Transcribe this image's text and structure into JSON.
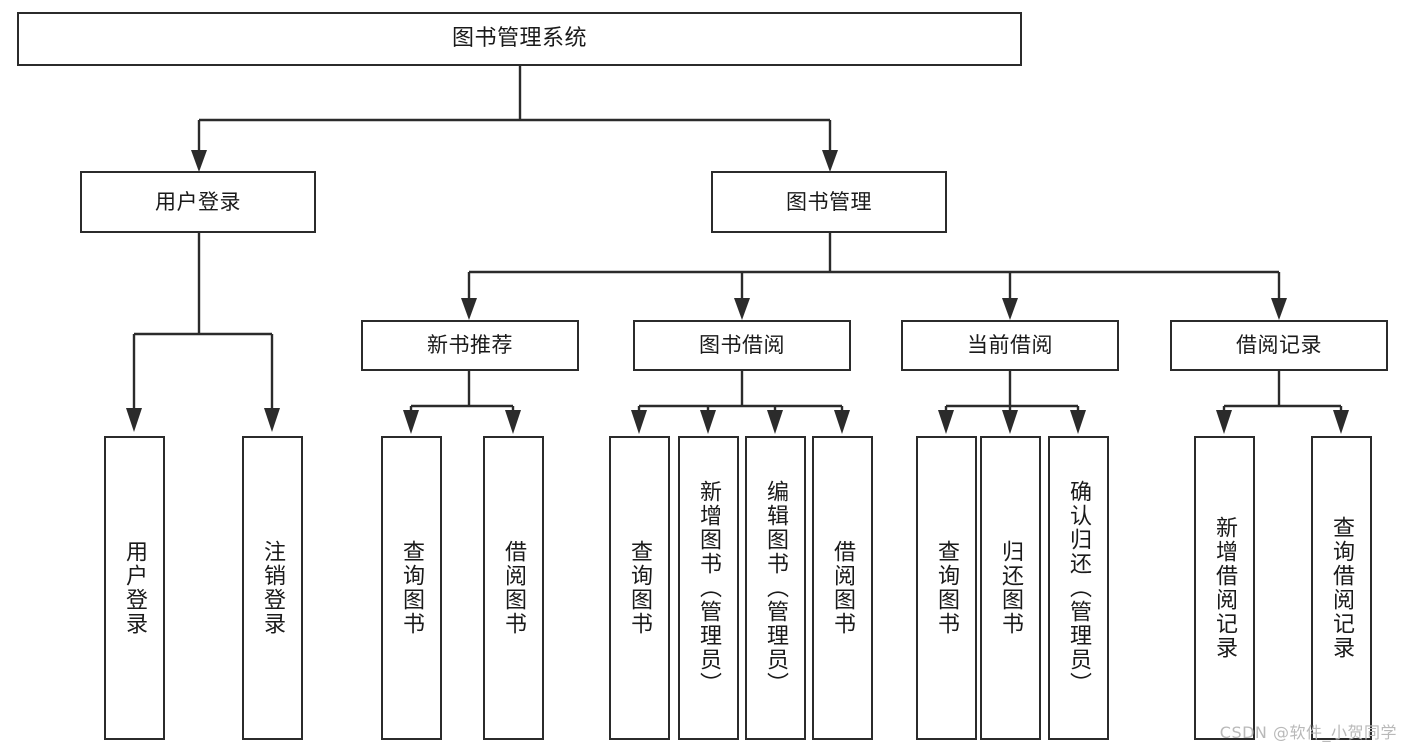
{
  "diagram": {
    "type": "tree-hierarchy",
    "title": "图书管理系统",
    "watermark": "CSDN @软件_小贺同学",
    "colors": {
      "stroke": "#2b2b2b",
      "fill": "#ffffff",
      "text": "#1a1a1a",
      "watermark": "#b9b9b9"
    },
    "nodes": {
      "root": {
        "label": "图书管理系统",
        "orientation": "horizontal"
      },
      "level2": [
        {
          "id": "user-login",
          "label": "用户登录",
          "orientation": "horizontal"
        },
        {
          "id": "book-manage",
          "label": "图书管理",
          "orientation": "horizontal"
        }
      ],
      "level3": [
        {
          "id": "new-book-recommend",
          "label": "新书推荐",
          "orientation": "horizontal"
        },
        {
          "id": "book-borrow",
          "label": "图书借阅",
          "orientation": "horizontal"
        },
        {
          "id": "current-borrow",
          "label": "当前借阅",
          "orientation": "horizontal"
        },
        {
          "id": "borrow-record",
          "label": "借阅记录",
          "orientation": "horizontal"
        }
      ],
      "leaves": [
        {
          "id": "leaf-user-login",
          "label": "用户登录",
          "parent": "user-login"
        },
        {
          "id": "leaf-user-logout",
          "label": "注销登录",
          "parent": "user-login"
        },
        {
          "id": "leaf-query-book-1",
          "label": "查询图书",
          "parent": "new-book-recommend"
        },
        {
          "id": "leaf-borrow-book-1",
          "label": "借阅图书",
          "parent": "new-book-recommend"
        },
        {
          "id": "leaf-query-book-2",
          "label": "查询图书",
          "parent": "book-borrow"
        },
        {
          "id": "leaf-add-book",
          "label": "新增图书（管理员）",
          "parent": "book-borrow"
        },
        {
          "id": "leaf-edit-book",
          "label": "编辑图书（管理员）",
          "parent": "book-borrow"
        },
        {
          "id": "leaf-borrow-book-2",
          "label": "借阅图书",
          "parent": "book-borrow"
        },
        {
          "id": "leaf-query-book-3",
          "label": "查询图书",
          "parent": "current-borrow"
        },
        {
          "id": "leaf-return-book",
          "label": "归还图书",
          "parent": "current-borrow"
        },
        {
          "id": "leaf-confirm-return",
          "label": "确认归还（管理员）",
          "parent": "current-borrow"
        },
        {
          "id": "leaf-add-record",
          "label": "新增借阅记录",
          "parent": "borrow-record"
        },
        {
          "id": "leaf-query-record",
          "label": "查询借阅记录",
          "parent": "borrow-record"
        }
      ]
    }
  }
}
